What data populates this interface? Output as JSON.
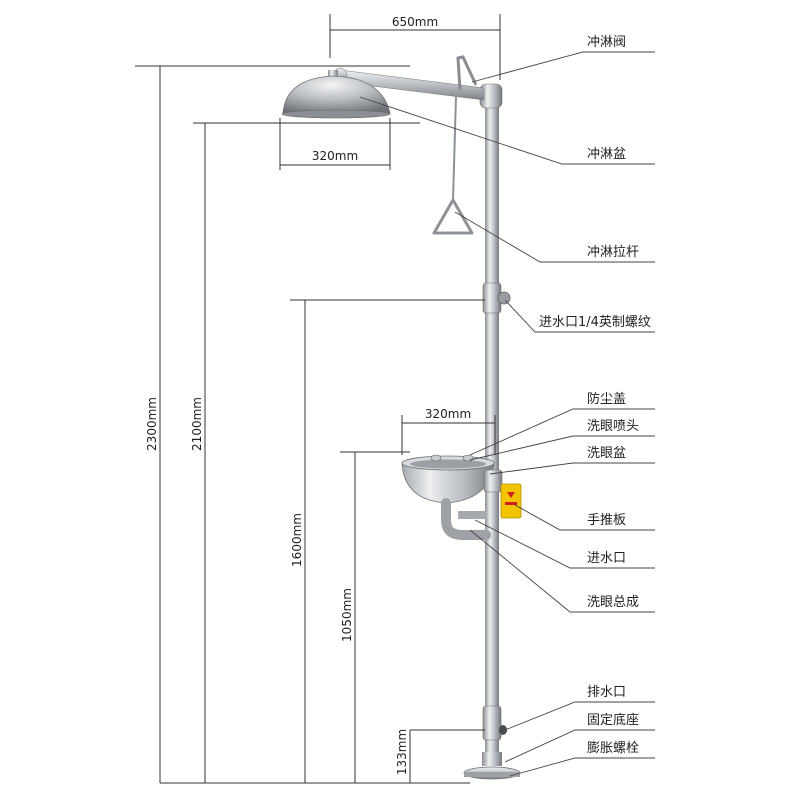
{
  "dimensions": {
    "top_width": "650mm",
    "shower_bowl_width": "320mm",
    "eye_bowl_width": "320mm",
    "total_height": "2300mm",
    "shower_height": "2100mm",
    "inlet_height": "1600mm",
    "eye_bowl_height": "1050mm",
    "drain_height": "133mm"
  },
  "parts": [
    "冲淋阀",
    "冲淋盆",
    "冲淋拉杆",
    "进水口1/4英制螺纹",
    "防尘盖",
    "洗眼喷头",
    "洗眼盆",
    "手推板",
    "进水口",
    "洗眼总成",
    "排水口",
    "固定底座",
    "膨胀螺栓"
  ],
  "colors": {
    "steel_light": "#e6e8ea",
    "steel_mid": "#b8bcc0",
    "steel_dark": "#7d8185",
    "warning_plate": "#f2c400",
    "warning_mark": "#d02020",
    "line": "#333333"
  }
}
